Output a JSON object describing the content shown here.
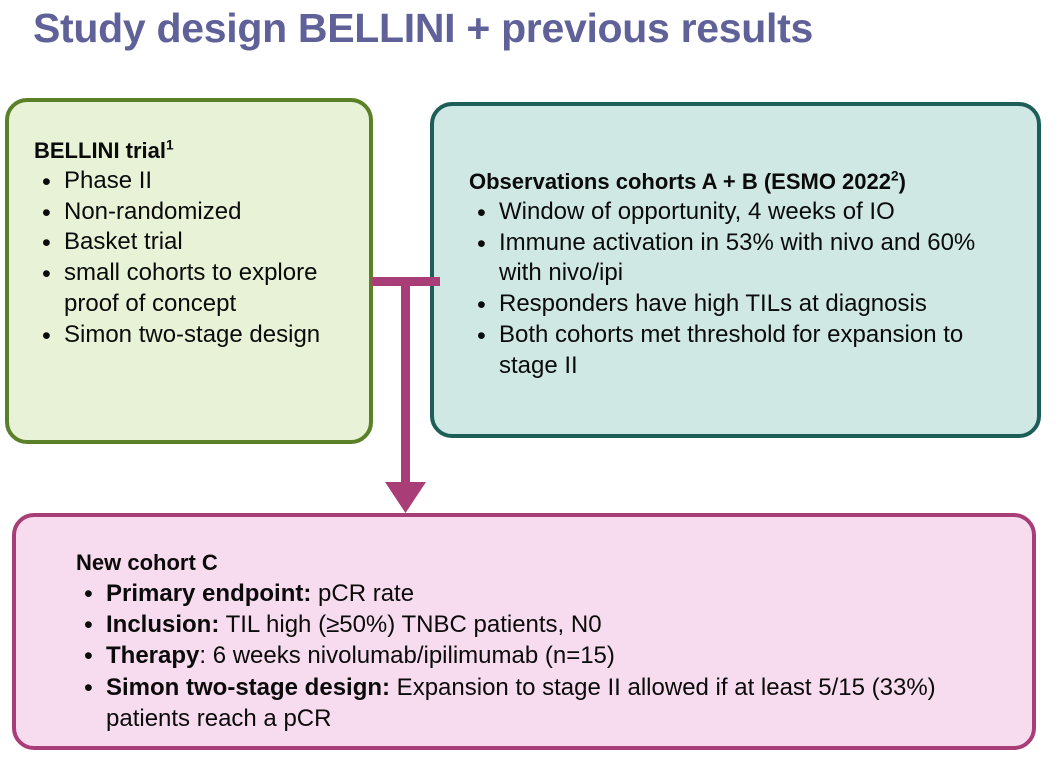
{
  "title": "Study design BELLINI + previous results",
  "colors": {
    "title_text": "#5f6198",
    "green_fill": "#e7f2d7",
    "green_border": "#5a8127",
    "teal_fill": "#cfe8e4",
    "teal_border": "#1d5e58",
    "pink_fill": "#f7dcef",
    "pink_border": "#a83d77",
    "connector": "#a83d77",
    "body_text": "#0b0b0b"
  },
  "boxes": {
    "bellini": {
      "heading_plain": "BELLINI trial",
      "heading_sup": "1",
      "bullets": [
        {
          "bold": "",
          "text": "Phase II"
        },
        {
          "bold": "",
          "text": "Non-randomized"
        },
        {
          "bold": "",
          "text": "Basket trial"
        },
        {
          "bold": "",
          "text": "small cohorts to explore proof of concept"
        },
        {
          "bold": "",
          "text": "Simon two-stage design"
        }
      ]
    },
    "observations": {
      "heading_plain": "Observations cohorts A + B (ESMO 2022",
      "heading_sup": "2",
      "heading_tail": ")",
      "bullets": [
        {
          "bold": "",
          "text": "Window of opportunity, 4 weeks of IO"
        },
        {
          "bold": "",
          "text": "Immune activation in 53% with nivo and 60% with nivo/ipi"
        },
        {
          "bold": "",
          "text": "Responders have high TILs at diagnosis"
        },
        {
          "bold": "",
          "text": "Both cohorts met threshold for expansion to stage II"
        }
      ]
    },
    "cohort_c": {
      "heading_plain": "New cohort C",
      "heading_sup": "",
      "bullets": [
        {
          "bold": "Primary endpoint:",
          "text": " pCR rate"
        },
        {
          "bold": "Inclusion:",
          "text": " TIL high (≥50%) TNBC patients, N0"
        },
        {
          "bold": "Therapy",
          "text": ": 6 weeks nivolumab/ipilimumab (n=15)"
        },
        {
          "bold": "Simon two-stage design:",
          "text": " Expansion to stage II allowed if at least 5/15 (33%) patients reach a pCR"
        }
      ]
    }
  },
  "connector": {
    "name": "down-arrow-connector",
    "from": [
      "bellini",
      "observations"
    ],
    "to": "cohort_c"
  }
}
